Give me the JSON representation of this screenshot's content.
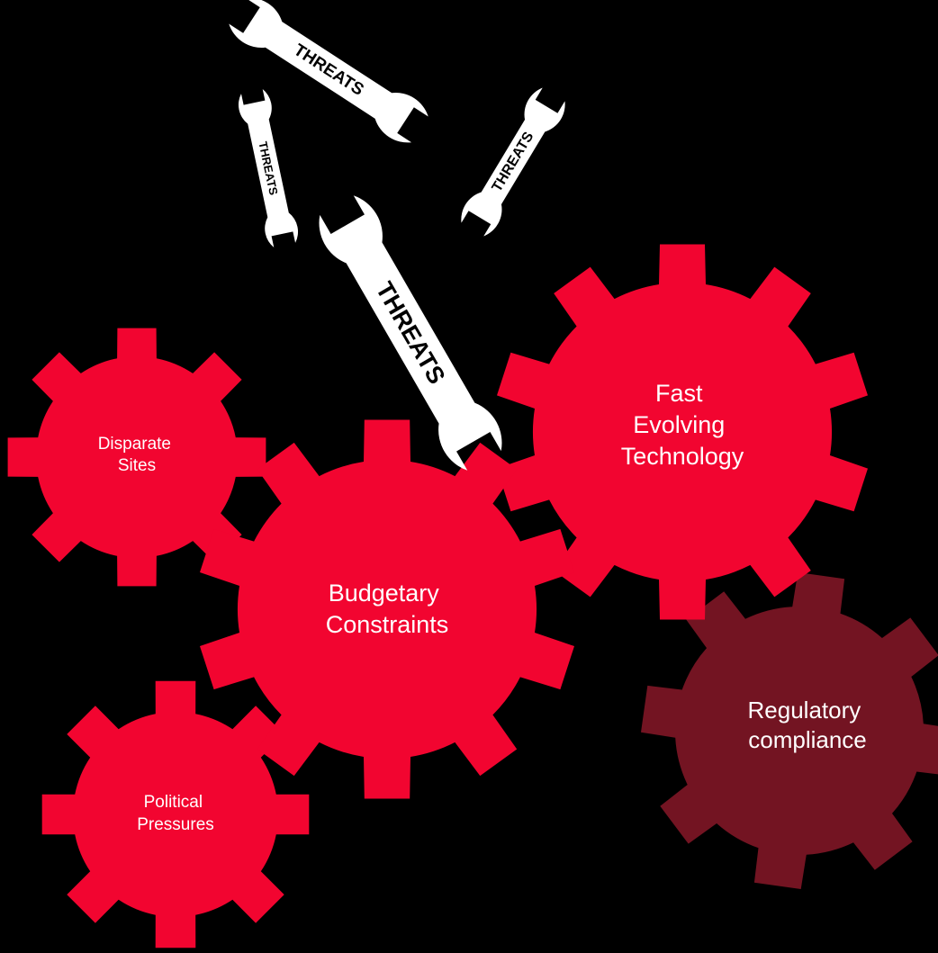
{
  "colors": {
    "background": "#000000",
    "gear_red": "#F20530",
    "gear_dark_red": "#731422",
    "wrench": "#FFFFFF",
    "wrench_text": "#000000",
    "label_text": "#FFFFFF"
  },
  "gears": {
    "disparate_sites": {
      "lines": [
        "Disparate",
        "Sites"
      ]
    },
    "budgetary_constraints": {
      "lines": [
        "Budgetary",
        "Constraints"
      ]
    },
    "fast_evolving_technology": {
      "lines": [
        "Fast",
        "Evolving",
        "Technology"
      ]
    },
    "regulatory_compliance": {
      "lines": [
        "Regulatory",
        "compliance"
      ]
    },
    "political_pressures": {
      "lines": [
        "Political",
        "Pressures"
      ]
    }
  },
  "wrenches": {
    "top": {
      "label": "THREATS"
    },
    "left_small": {
      "label": "THREATS"
    },
    "right": {
      "label": "THREATS"
    },
    "big": {
      "label": "THREATS"
    }
  }
}
